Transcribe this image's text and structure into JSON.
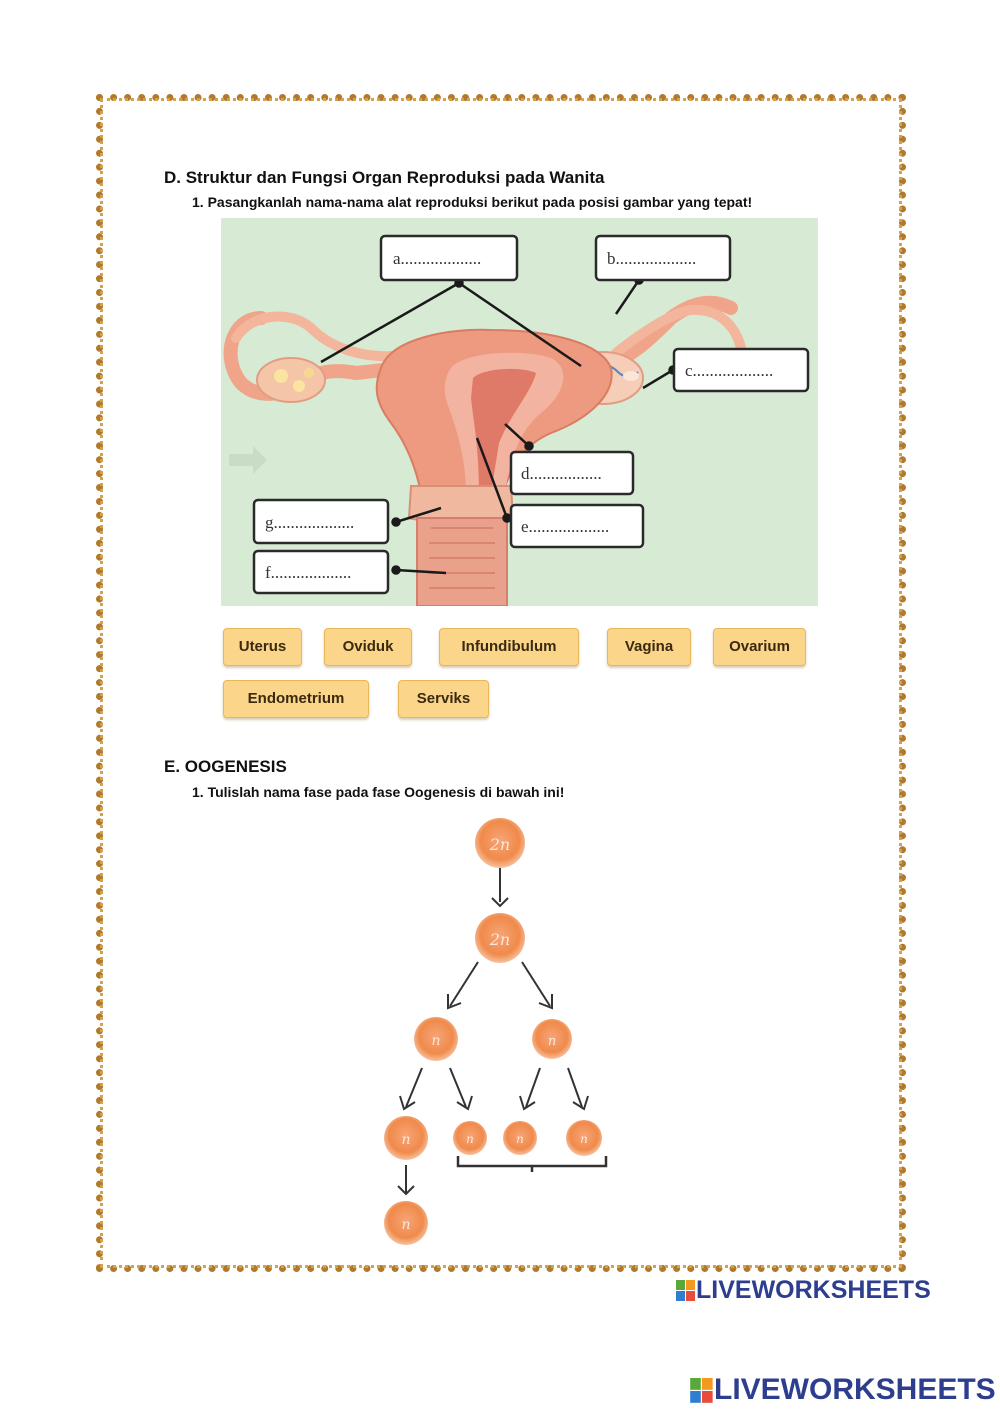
{
  "section_d": {
    "title": "D.  Struktur dan Fungsi Organ Reproduksi pada Wanita",
    "question": "1.   Pasangkanlah nama-nama alat reproduksi berikut pada posisi gambar yang tepat!",
    "labels": [
      "a...................",
      "b...................",
      "c...................",
      "d.................",
      "e...................",
      "g...................",
      "f..................."
    ],
    "options": [
      "Uterus",
      "Oviduk",
      "Infundibulum",
      "Vagina",
      "Ovarium",
      "Endometrium",
      "Serviks"
    ]
  },
  "section_e": {
    "title": "E.  OOGENESIS",
    "question": "1.   Tulislah nama fase pada fase Oogenesis di bawah ini!",
    "cell_labels": [
      "2n",
      "2n",
      "n",
      "n",
      "n",
      "n",
      "n",
      "n",
      "n"
    ]
  },
  "watermark": {
    "text": "LIVEWORKSHEETS",
    "colors": {
      "text": "#2d3e8f",
      "orange": "#f39a1e",
      "green": "#5aa83c",
      "blue": "#2f7fd0"
    }
  },
  "colors": {
    "chip": "#fbd58a",
    "diagram_bg": "#d7ead4",
    "cell": "#f08a4b",
    "border": "#b07a2c"
  }
}
